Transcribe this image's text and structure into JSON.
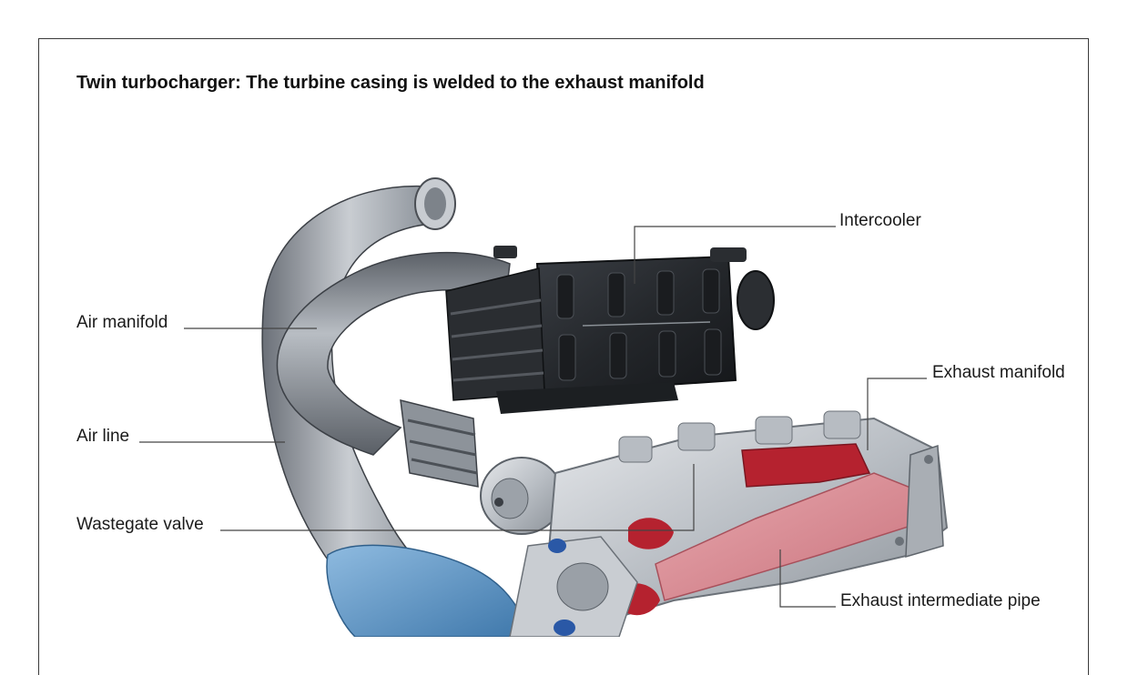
{
  "title": "Twin turbocharger: The turbine casing is welded to the exhaust manifold",
  "labels": {
    "intercooler": "Intercooler",
    "air_manifold": "Air manifold",
    "exhaust_manifold": "Exhaust manifold",
    "air_line": "Air line",
    "wastegate_valve": "Wastegate valve",
    "exhaust_intermediate_pipe": "Exhaust intermediate pipe"
  },
  "colors": {
    "frame": "#3a3a3a",
    "leader": "#444444",
    "metal": "#a7acb2",
    "dark_metal": "#2c2f33",
    "cold_side": "#6fa3cf",
    "hot_side": "#d98a93",
    "hot_inner": "#b5222f"
  }
}
